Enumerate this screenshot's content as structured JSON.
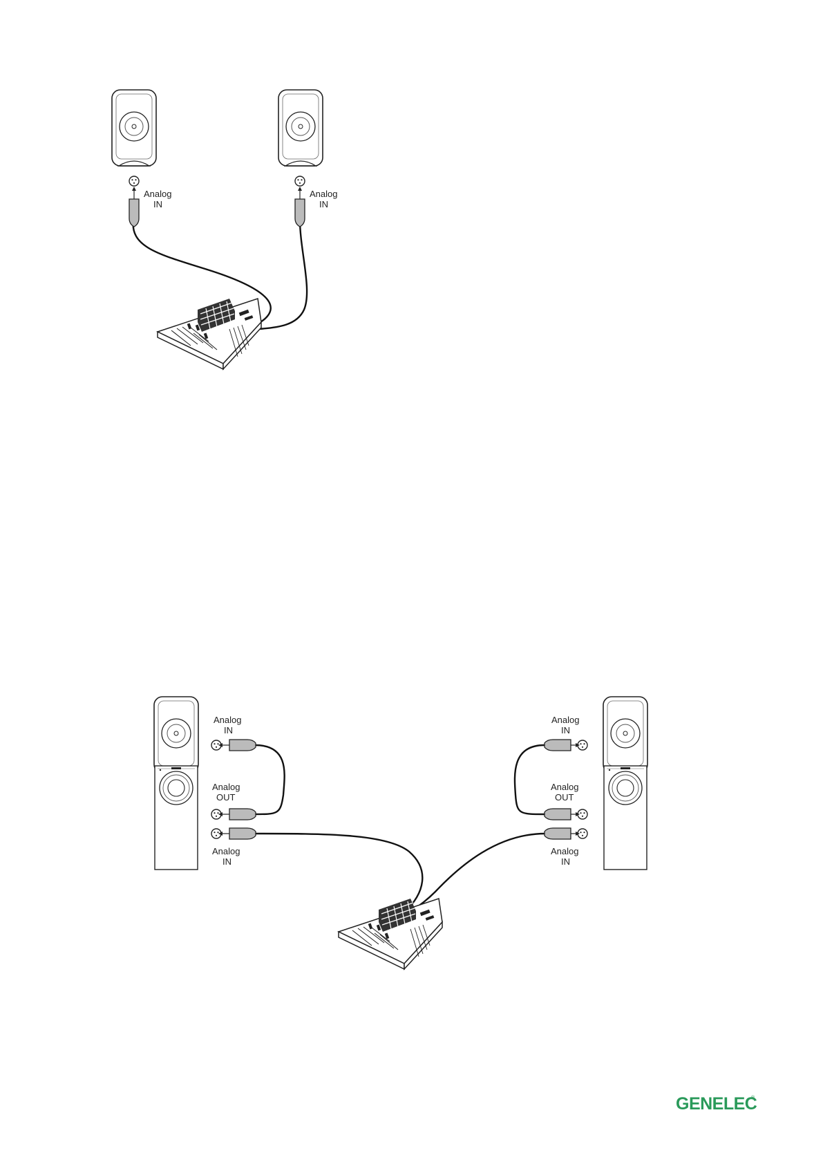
{
  "labels": {
    "analog": "Analog",
    "in": "IN",
    "out": "OUT"
  },
  "brand": {
    "name": "GENELEC",
    "mark": "®",
    "color": "#2a9a5a"
  }
}
